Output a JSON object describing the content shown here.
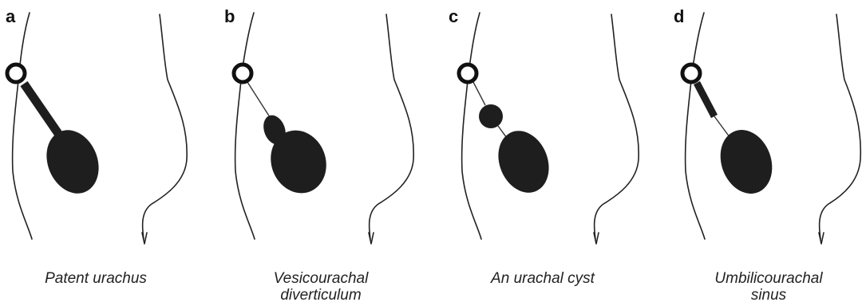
{
  "panels": [
    {
      "letter": "a",
      "caption": [
        "Patent urachus"
      ]
    },
    {
      "letter": "b",
      "caption": [
        "Vesicourachal",
        "diverticulum"
      ]
    },
    {
      "letter": "c",
      "caption": [
        "An urachal cyst"
      ]
    },
    {
      "letter": "d",
      "caption": [
        "Umbilicourachal",
        "sinus"
      ]
    }
  ]
}
